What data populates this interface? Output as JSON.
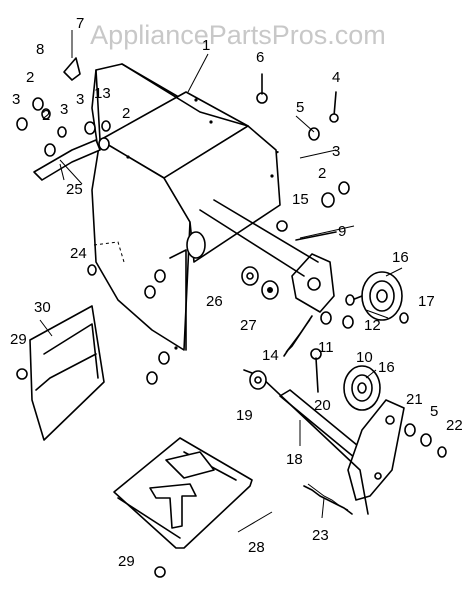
{
  "watermark": "AppliancePartsPros.com",
  "callouts": {
    "c1": "1",
    "c2a": "2",
    "c2b": "2",
    "c2c": "2",
    "c2d": "2",
    "c3a": "3",
    "c3b": "3",
    "c3c": "3",
    "c3d": "3",
    "c4": "4",
    "c5a": "5",
    "c5b": "5",
    "c6": "6",
    "c7": "7",
    "c8": "8",
    "c9": "9",
    "c10": "10",
    "c11": "11",
    "c12": "12",
    "c13": "13",
    "c14": "14",
    "c15": "15",
    "c16a": "16",
    "c16b": "16",
    "c17": "17",
    "c18": "18",
    "c19": "19",
    "c20": "20",
    "c21": "21",
    "c22": "22",
    "c23": "23",
    "c24": "24",
    "c25": "25",
    "c26": "26",
    "c27": "27",
    "c28": "28",
    "c29a": "29",
    "c29b": "29",
    "c30": "30"
  }
}
